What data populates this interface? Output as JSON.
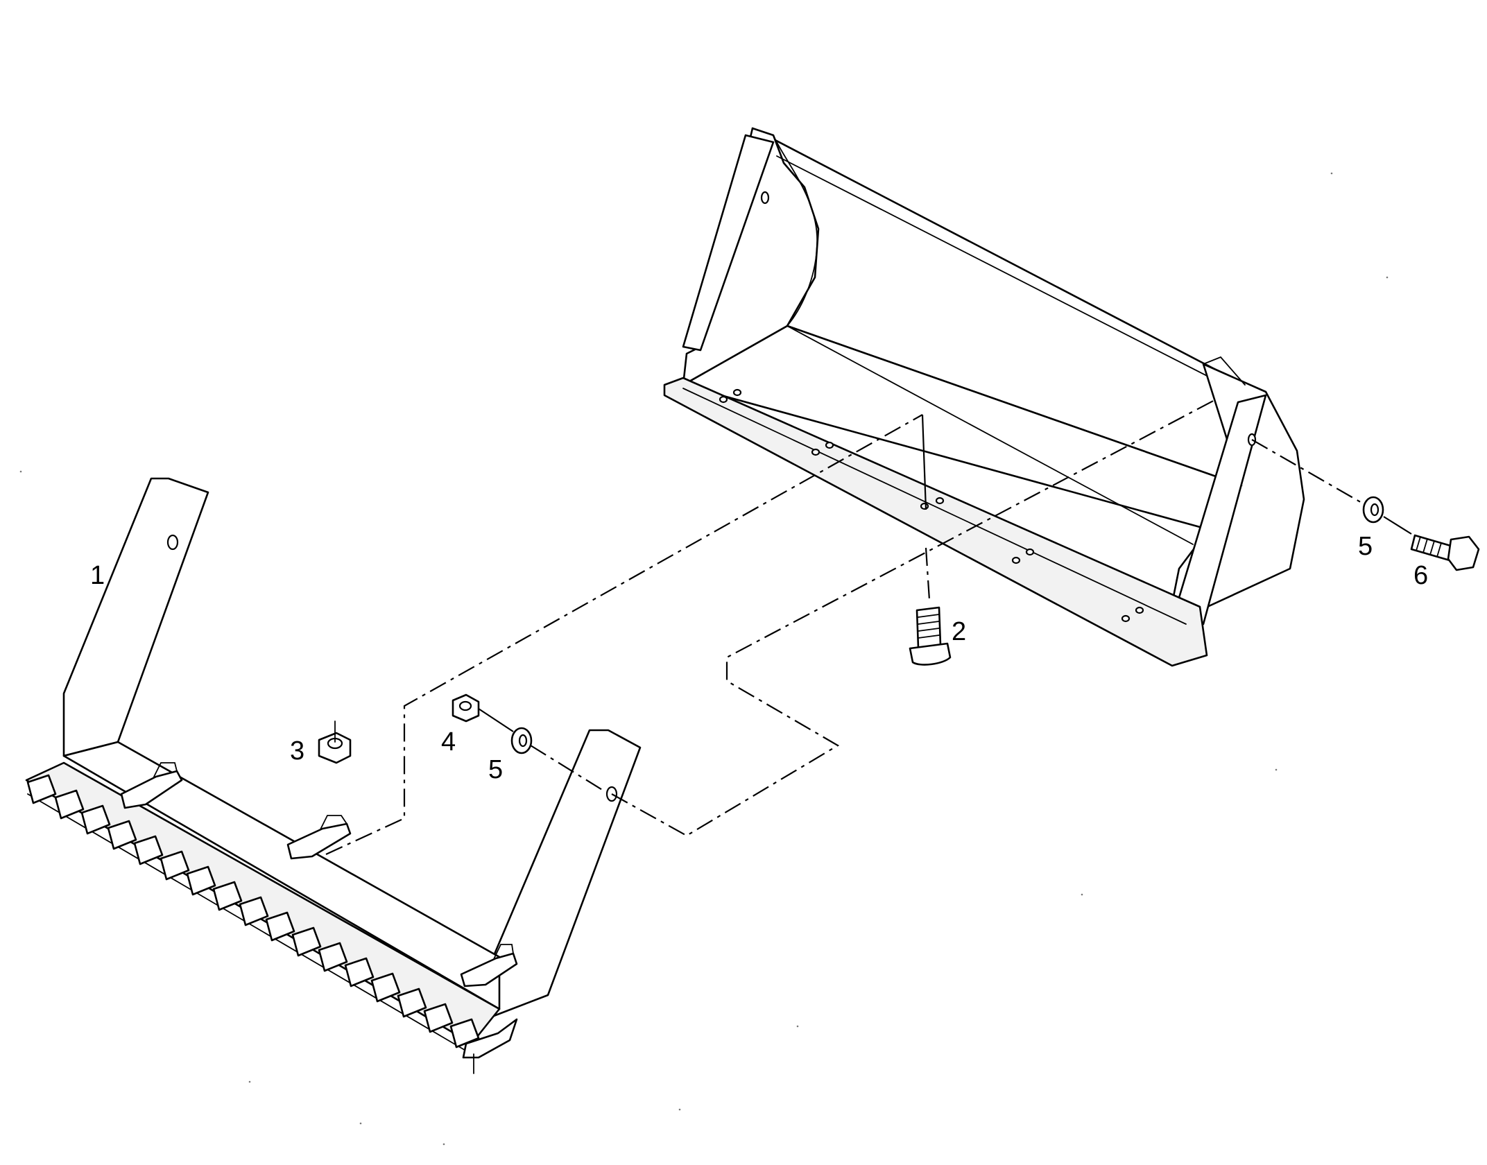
{
  "diagram": {
    "callouts": {
      "c1": "1",
      "c2": "2",
      "c3": "3",
      "c4": "4",
      "c5a": "5",
      "c5b": "5",
      "c6": "6"
    }
  }
}
